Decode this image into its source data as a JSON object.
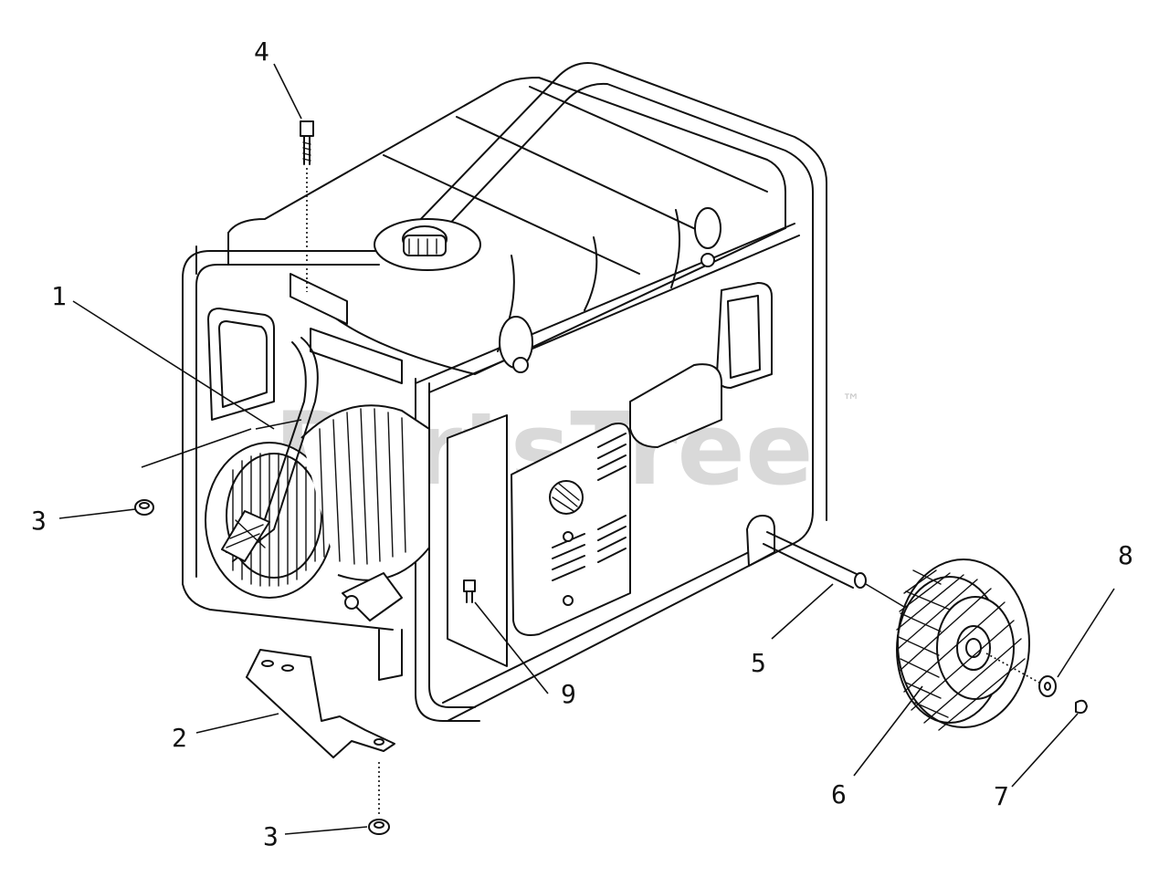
{
  "diagram": {
    "watermark": {
      "text": "PartsTree",
      "trademark": "™"
    },
    "callouts": [
      {
        "id": "1",
        "label": "1"
      },
      {
        "id": "2",
        "label": "2"
      },
      {
        "id": "3a",
        "label": "3"
      },
      {
        "id": "3b",
        "label": "3"
      },
      {
        "id": "4",
        "label": "4"
      },
      {
        "id": "5",
        "label": "5"
      },
      {
        "id": "6",
        "label": "6"
      },
      {
        "id": "7",
        "label": "7"
      },
      {
        "id": "8",
        "label": "8"
      },
      {
        "id": "9",
        "label": "9"
      }
    ],
    "colors": {
      "line": "#111111",
      "background": "#ffffff",
      "watermark": "#d9d9d9"
    }
  }
}
